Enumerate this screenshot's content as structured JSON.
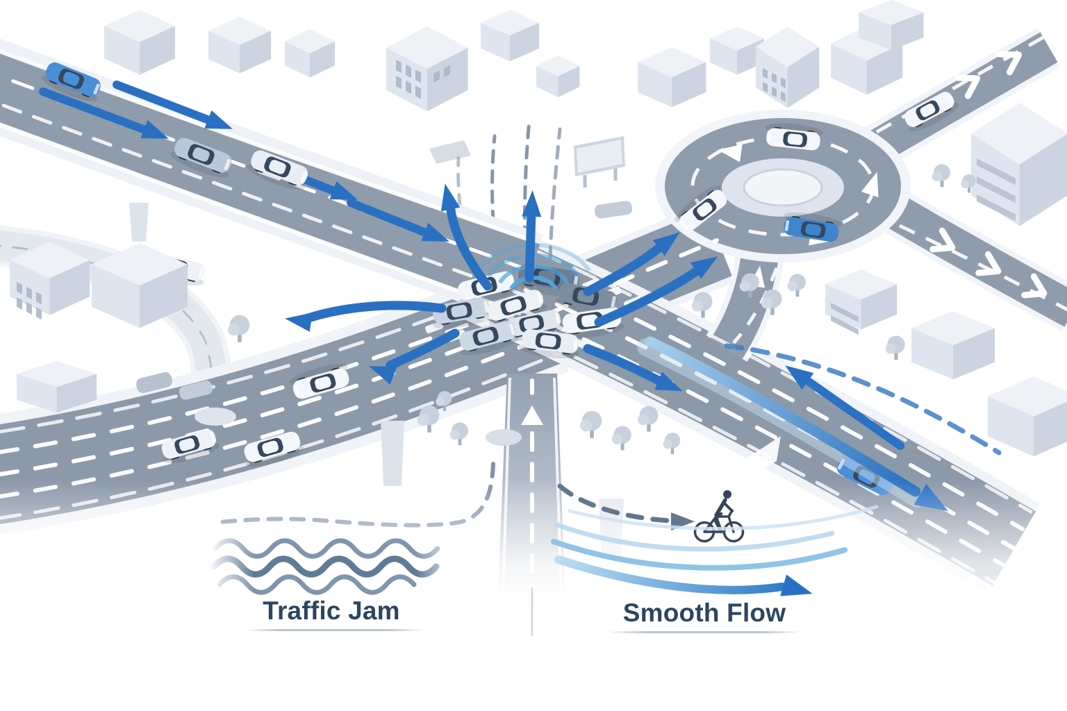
{
  "illustration": {
    "left_panel": {
      "caption": "Traffic Jam",
      "depicts": "congested X intersection with a cluster of stopped cars, blue rerouting arrows radiating outward, signal waves above the jam, queued cars on approach roads, congestion waves symbol"
    },
    "right_panel": {
      "caption": "Smooth Flow",
      "depicts": "roundabout with circulating cars, white flow arrows, smooth curved blue arrows along the exit road, cyclist following a dashed route, flowing streamline arrows"
    }
  },
  "colors": {
    "accent_blue": "#2a70c2",
    "flow_blue_light": "#8fc3e7",
    "road_gray": "#8e9aab",
    "car_blue": "#4a8fd6",
    "car_white": "#f3f6fa",
    "car_dark": "#6b7e93",
    "label_text": "#2c4660",
    "congestion_wave": "#5f7b97",
    "building_top": "#eef1f6",
    "building_side": "#cbd4e0"
  },
  "icons": {
    "cyclist": "cyclist-silhouette",
    "signal_waves": "concentric-arcs",
    "congestion_waves": "three-wavy-lines",
    "flow_streamlines": "curved-swoosh-arrow"
  }
}
